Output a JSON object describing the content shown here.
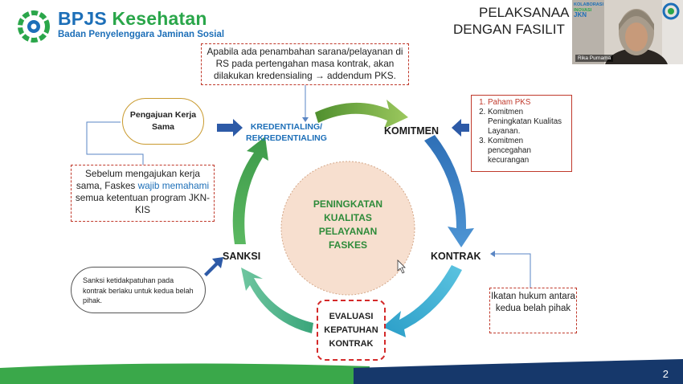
{
  "header": {
    "logo_brand_a": "BPJS ",
    "logo_brand_b": "Kesehatan",
    "logo_subtitle": "Badan Penyelenggara Jaminan Sosial",
    "title_line1": "PELAKSANAA",
    "title_line2": "DENGAN FASILIT"
  },
  "webcam": {
    "participant_name": "Rika Purnama",
    "overlay_line1": "KOLABORASI",
    "overlay_line2": "INOVASI",
    "overlay_line3": "JKN"
  },
  "notes": {
    "top": "Apabila ada penambahan sarana/pelayanan di RS pada pertengahan masa kontrak, akan dilakukan kredensialing → addendum PKS.",
    "left_a": "Sebelum mengajukan kerja sama, Faskes ",
    "left_b": "wajib memahami",
    "left_c": " semua ketentuan program JKN-KIS",
    "sanksi": "Sanksi ketidakpatuhan pada kontrak berlaku untuk kedua belah pihak.",
    "right": "Ikatan hukum antara kedua belah pihak"
  },
  "pill": "Pengajuan Kerja Sama",
  "cycle": {
    "kredentialing_1": "KREDENTIALING/",
    "kredentialing_2": "REKREDENTIALING",
    "komitmen": "KOMITMEN",
    "kontrak": "KONTRAK",
    "sanksi": "SANKSI",
    "evaluasi": "EVALUASI KEPATUHAN KONTRAK",
    "center": "PENINGKATAN KUALITAS PELAYANAN FASKES"
  },
  "komitmen_list": [
    "Paham PKS",
    "Komitmen Peningkatan Kualitas Layanan.",
    "Komitmen pencegahan kecurangan"
  ],
  "footer": {
    "page_number": "2"
  },
  "colors": {
    "brand_blue": "#1d6fb8",
    "brand_green": "#2aa64a",
    "accent_red": "#c0392b",
    "footer_navy": "#16386b"
  }
}
